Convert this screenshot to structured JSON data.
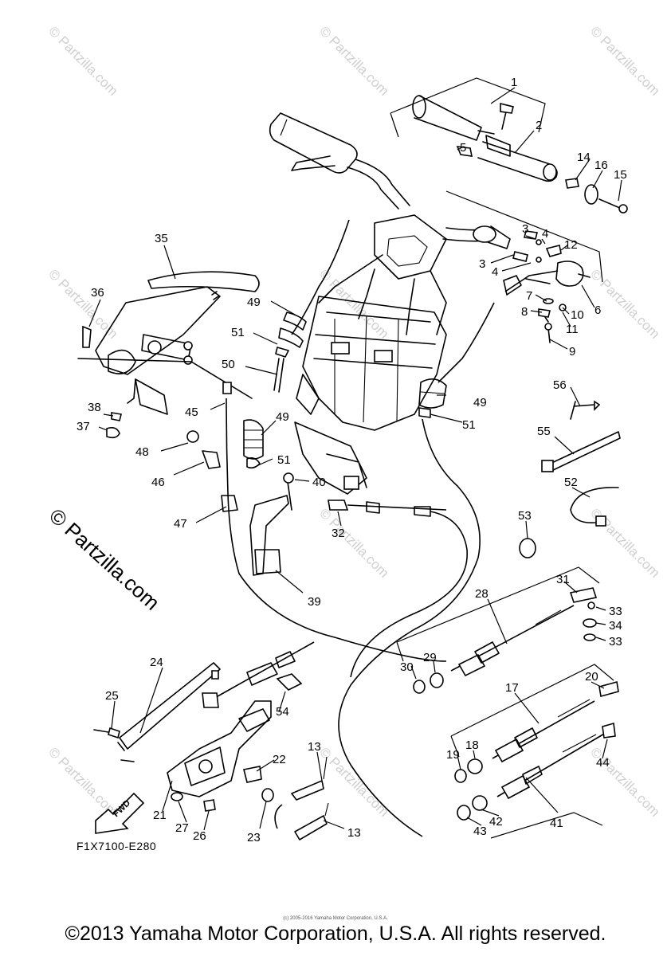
{
  "diagram": {
    "figure_code": "F1X7100-E280",
    "fwd_label": "FWD",
    "copyright": "©2013 Yamaha Motor Corporation, U.S.A. All rights reserved.",
    "small_copyright": "(c) 2005-2016 Yamaha Motor Corporation, U.S.A.",
    "watermark_large": "© Partzilla.com",
    "watermark_small": "© Partzilla.com",
    "callouts": [
      "1",
      "2",
      "3",
      "3",
      "4",
      "4",
      "5",
      "6",
      "7",
      "8",
      "9",
      "10",
      "11",
      "12",
      "13",
      "13",
      "14",
      "15",
      "16",
      "17",
      "18",
      "19",
      "20",
      "21",
      "22",
      "23",
      "24",
      "25",
      "26",
      "27",
      "28",
      "29",
      "30",
      "31",
      "32",
      "33",
      "33",
      "34",
      "35",
      "36",
      "37",
      "38",
      "39",
      "40",
      "41",
      "42",
      "43",
      "44",
      "45",
      "46",
      "47",
      "48",
      "49",
      "49",
      "49",
      "50",
      "51",
      "51",
      "51",
      "52",
      "53",
      "54",
      "55",
      "56"
    ]
  }
}
